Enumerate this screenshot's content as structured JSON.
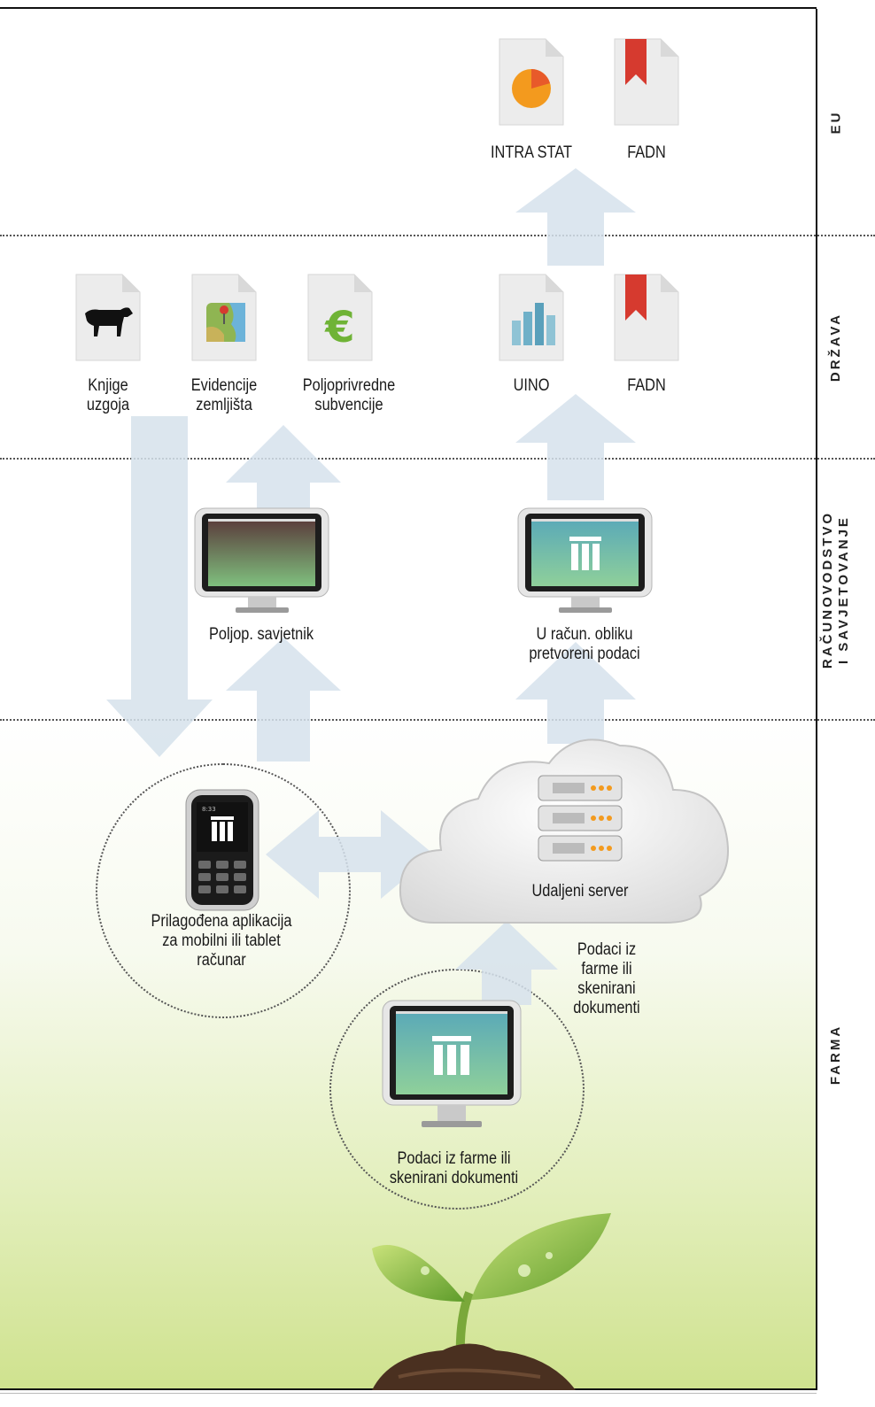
{
  "bands": {
    "eu": "EU",
    "drzava": "DRŽAVA",
    "racunovodstvo_line1": "RAČUNOVODSTVO",
    "racunovodstvo_line2": "I SAVJETOVANJE",
    "farma": "FARMA"
  },
  "eu_docs": {
    "intra_stat": "INTRA STAT",
    "fadn": "FADN"
  },
  "drzava_docs": {
    "knjige_line1": "Knjige",
    "knjige_line2": "uzgoja",
    "evidencije_line1": "Evidencije",
    "evidencije_line2": "zemljišta",
    "poljoprivredne_line1": "Poljoprivredne",
    "poljoprivredne_line2": "subvencije",
    "uino": "UINO",
    "fadn": "FADN"
  },
  "racunovodstvo": {
    "savjetnik": "Poljop. savjetnik",
    "racun_line1": "U račun. obliku",
    "racun_line2": "pretvoreni podaci"
  },
  "farma": {
    "app_line1": "Prilagođena aplikacija",
    "app_line2": "za mobilni ili tablet",
    "app_line3": "računar",
    "server": "Udaljeni server",
    "podaci_side_line1": "Podaci iz",
    "podaci_side_line2": "farme ili",
    "podaci_side_line3": "skenirani",
    "podaci_side_line4": "dokumenti",
    "podaci_line1": "Podaci iz farme ili",
    "podaci_line2": "skenirani dokumenti",
    "phone_time": "8:33"
  },
  "colors": {
    "arrow": "#dde7ef",
    "doc_bg": "#ededed",
    "bookmark": "#d63a2f",
    "pie_orange": "#f39a1e",
    "screen_green": "#8fd09a",
    "screen_teal": "#5aa9b8",
    "leaf_green": "#8cc63f",
    "soil": "#4a3020"
  },
  "icons": {
    "cow": "cow-icon",
    "map": "map-icon",
    "euro": "euro-icon",
    "bar_chart": "bar-chart-icon",
    "pie_chart": "pie-chart-icon",
    "bookmark": "bookmark-icon",
    "computer": "computer-icon",
    "phone": "phone-icon",
    "server": "server-icon",
    "cloud": "cloud-icon",
    "plant": "plant-icon"
  }
}
